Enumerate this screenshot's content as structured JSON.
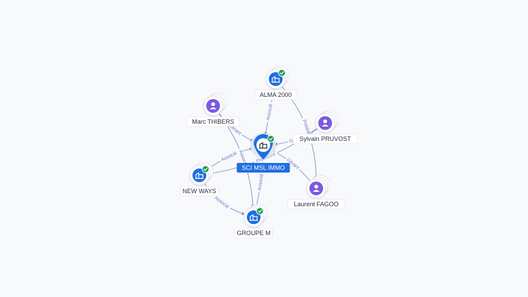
{
  "graph": {
    "colors": {
      "person": "#7b5ae0",
      "company": "#1f6fe0",
      "verified": "#1e9a55",
      "edge": "#8b95c9",
      "edge_label": "#6e7bc4"
    },
    "center": {
      "id": "sci",
      "label": "SCI MSL IMMO",
      "type": "company",
      "verified": true,
      "icon": "building-icon"
    },
    "nodes": [
      {
        "id": "alma",
        "label": "ALMA 2000",
        "type": "company",
        "verified": true,
        "icon": "building-icon"
      },
      {
        "id": "marc",
        "label": "Marc THIBERS",
        "type": "person",
        "verified": false,
        "icon": "person-icon"
      },
      {
        "id": "sylvain",
        "label": "Sylvain PRUVOST",
        "type": "person",
        "verified": false,
        "icon": "person-icon"
      },
      {
        "id": "newways",
        "label": "NEW WAYS",
        "type": "company",
        "verified": true,
        "icon": "building-icon"
      },
      {
        "id": "laurent",
        "label": "Laurent FAGOO",
        "type": "person",
        "verified": false,
        "icon": "person-icon"
      },
      {
        "id": "groupem",
        "label": "GROUPE M",
        "type": "company",
        "verified": true,
        "icon": "building-icon"
      }
    ],
    "edges": [
      {
        "from": "alma",
        "to": "sci",
        "label": "Associé"
      },
      {
        "from": "marc",
        "to": "sci",
        "label": "Gérant"
      },
      {
        "from": "sylvain",
        "to": "sci",
        "label": "Gérant"
      },
      {
        "from": "newways",
        "to": "sci",
        "label": "Associé"
      },
      {
        "from": "laurent",
        "to": "sci",
        "label": "Gérant"
      },
      {
        "from": "groupem",
        "to": "sci",
        "label": "Associé"
      },
      {
        "from": "alma",
        "to": "laurent",
        "label": "Président"
      },
      {
        "from": "marc",
        "to": "groupem",
        "label": "Associé"
      },
      {
        "from": "sylvain",
        "to": "newways",
        "label": "Président"
      },
      {
        "from": "newways",
        "to": "groupem",
        "label": "Associé"
      }
    ]
  }
}
